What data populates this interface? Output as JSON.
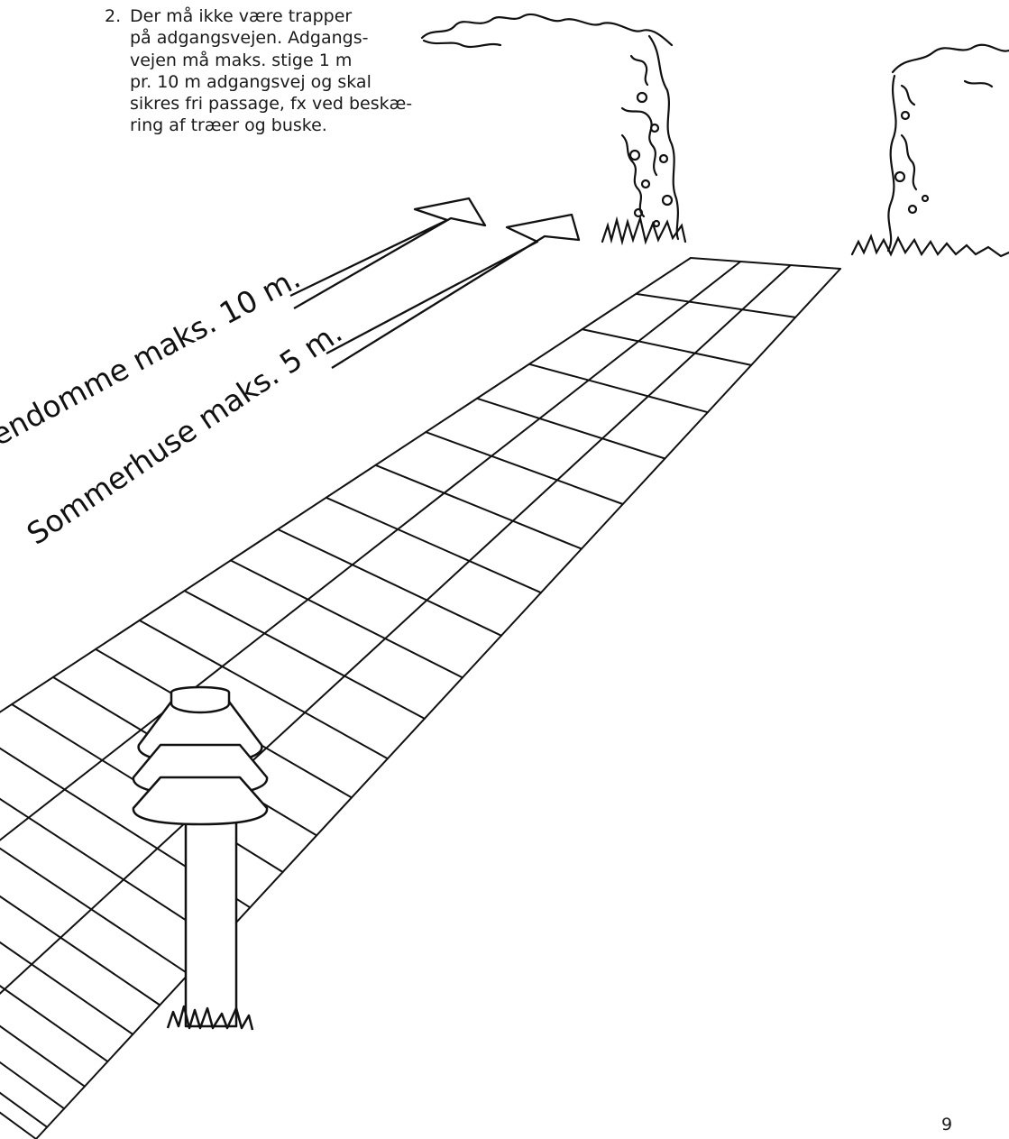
{
  "list_item": {
    "number": "2.",
    "lines": [
      "Der må ikke være trapper",
      "på adgangsvejen. Adgangs-",
      "vejen må maks. stige 1 m",
      "pr. 10 m adgangsvej og skal",
      "sikres fri passage, fx ved beskæ-",
      "ring af træer og buske."
    ]
  },
  "illustration": {
    "label_upper": "endomme maks. 10 m.",
    "label_lower": "Sommerhuse maks. 5 m.",
    "ink_color": "#111111"
  },
  "page_number": "9"
}
